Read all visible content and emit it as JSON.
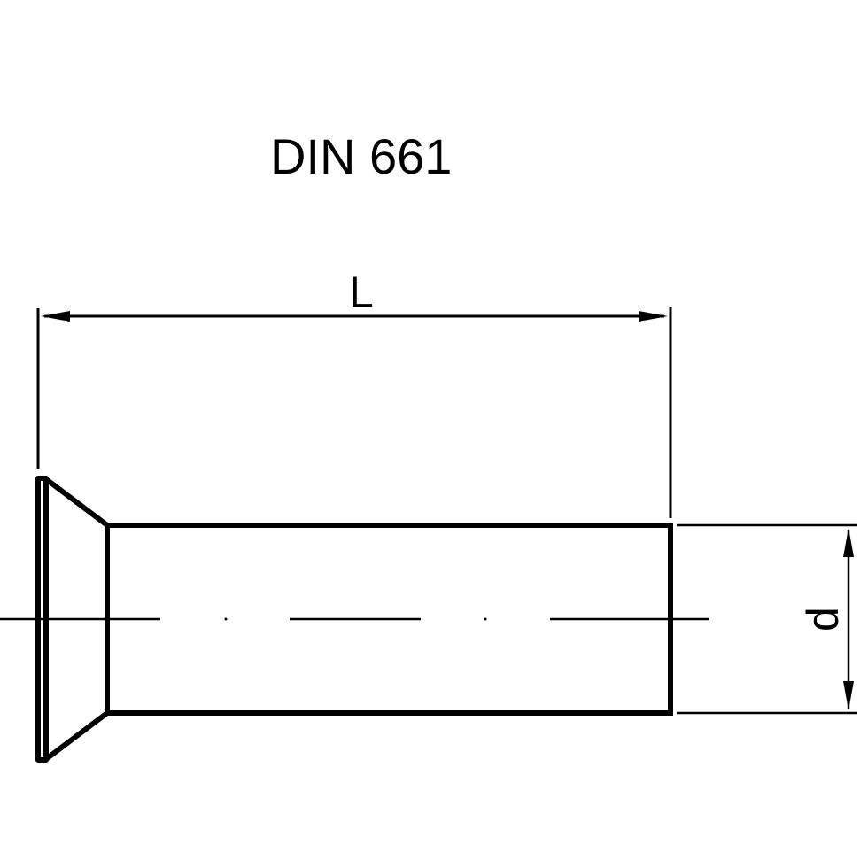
{
  "title": "DIN 661",
  "dimensions": {
    "length_label": "L",
    "diameter_label": "d"
  },
  "colors": {
    "line": "#000000",
    "background": "#ffffff"
  },
  "parts": {
    "head": "countersunk-head",
    "shank": "cylindrical-shank",
    "axis": "centerline"
  }
}
